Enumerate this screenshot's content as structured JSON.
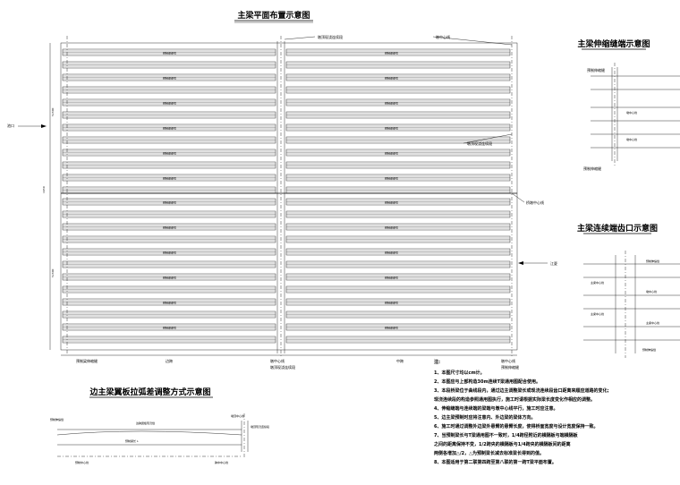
{
  "titles": {
    "plan": "主梁平面布置示意图",
    "expansion": "主梁伸缩缝端示意图",
    "continuous": "主梁连续端齿口示意图",
    "edge_adjust": "边主梁翼板拉弧差调整方式示意图"
  },
  "plan": {
    "left_side": "池口",
    "right_side": "江夏",
    "labels_top": [
      "墩顶现浇连续段",
      "墩中心线"
    ],
    "labels_right": [
      "墩顶现浇连续段",
      "桥墩中心线"
    ],
    "bottom_labels": [
      "预制梁伸缩缝",
      "边跨",
      "墩顶现浇连续段",
      "墩中心线",
      "中跨",
      "墩中心线"
    ],
    "bottom_label_alt": "预制伸缩缝",
    "girder_label": "预制梁梁号",
    "girder_label_right": "预制梁梁号",
    "dim_label": "5x300",
    "dim_total": "1650",
    "span_dims": [
      "150",
      "2800",
      "150"
    ]
  },
  "expansion_detail": {
    "labels": [
      "预制伸缩缝",
      "墩中心线",
      "预制伸缩缝"
    ]
  },
  "continuous_detail": {
    "labels": [
      "预制伸缩缝",
      "主梁中心线",
      "墩中心线",
      "主梁中心线",
      "主梁中心线",
      "预制伸缩缝"
    ]
  },
  "edge_detail": {
    "labels": [
      "预制伸缩缝",
      "边跨翼板现浇缝",
      "墩顶中心线",
      "墩顶现浇连续段",
      "预制梁长 L",
      "预制中心线",
      "跨中中心线"
    ]
  },
  "notes": {
    "heading": "注:",
    "items": [
      "1、本图尺寸均以cm计。",
      "2、本图应与上部构造30m连续T梁通用图配合使用。",
      "3、本段桥梁位于曲线段内，通过边主调整梁长或现浇连续段齿口距离来顺应道路的变化;",
      "   现浇连续段的构造参照通用图执行，施工时请根据实际梁长度变化作相应的调整。",
      "4、伸缩缝端与连续端的梁端与墩中心线平行，施工时应注意。",
      "5、边主梁预制时应将注意内、外边梁的梁体方向。",
      "6、施工时通过调整外边梁外悬臂的悬臂长度，使得桥面宽度与设计宽度保持一致。",
      "7、当预制梁长与T梁通用图不一致时，1/4跨径附近的横隔板与端横隔板",
      "   之间的距离保持不变，1/2跨央的横隔板与1/4跨央的横隔板间的距离",
      "   两侧各增加△/2，△为预制梁长减去标准梁长得到的值。",
      "8、本图适用于第二联第四跨至第八联的第一跨T梁平面布置。"
    ]
  }
}
